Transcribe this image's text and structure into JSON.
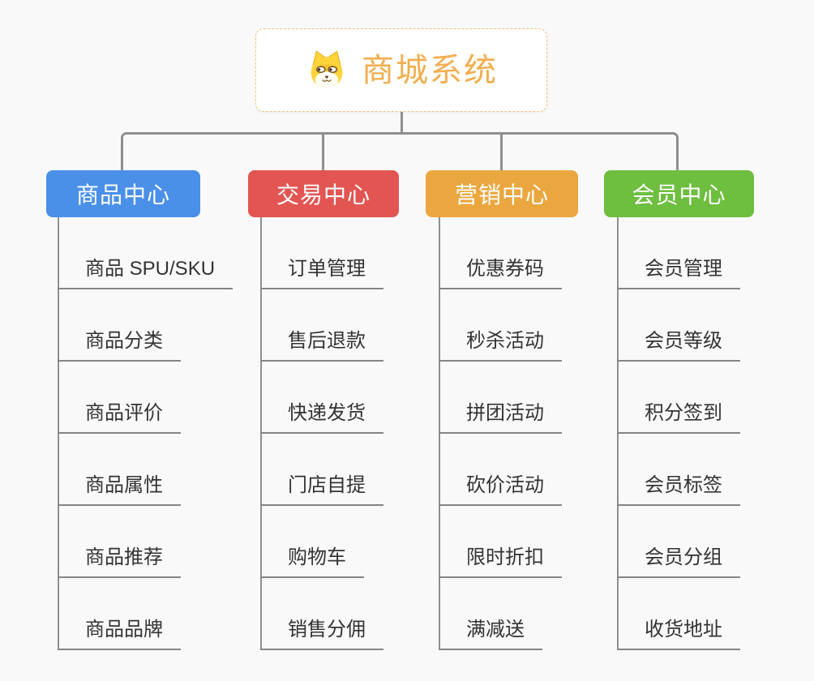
{
  "root": {
    "label": "商城系统",
    "icon": "dog-face-icon",
    "text_color": "#f2ae4e",
    "border_color": "#f3c377"
  },
  "connector_color": "#8f8f8f",
  "background_color": "#f9f9f9",
  "branches": [
    {
      "label": "商品中心",
      "color": "#4a90e8",
      "children": [
        "商品 SPU/SKU",
        "商品分类",
        "商品评价",
        "商品属性",
        "商品推荐",
        "商品品牌"
      ]
    },
    {
      "label": "交易中心",
      "color": "#e25552",
      "children": [
        "订单管理",
        "售后退款",
        "快递发货",
        "门店自提",
        "购物车",
        "销售分佣"
      ]
    },
    {
      "label": "营销中心",
      "color": "#eba73f",
      "children": [
        "优惠券码",
        "秒杀活动",
        "拼团活动",
        "砍价活动",
        "限时折扣",
        "满减送"
      ]
    },
    {
      "label": "会员中心",
      "color": "#6ebe3f",
      "children": [
        "会员管理",
        "会员等级",
        "积分签到",
        "会员标签",
        "会员分组",
        "收货地址"
      ]
    }
  ]
}
